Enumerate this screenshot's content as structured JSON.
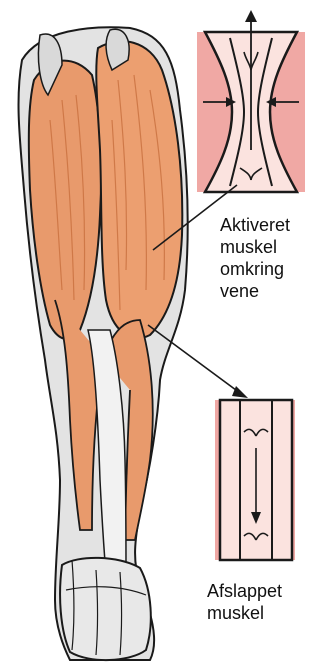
{
  "labels": {
    "activated": [
      "Aktiveret",
      "muskel",
      "omkring",
      "vene"
    ],
    "relaxed": [
      "Afslappet",
      "muskel"
    ]
  },
  "colors": {
    "muscle": "#e89a6c",
    "muscle_dark": "#c9703f",
    "tendon": "#d9d9d9",
    "vein_fill": "#f6c9c3",
    "vein_outer": "#f0a8a4",
    "outline": "#1a1a1a"
  },
  "icons": [
    "upward-arrow-icon",
    "inward-arrow-icon",
    "downward-arrow-icon"
  ]
}
